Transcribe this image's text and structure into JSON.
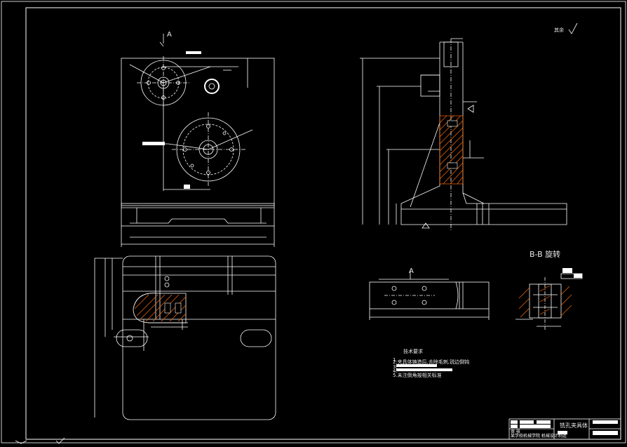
{
  "drawing": {
    "section_label_a_top": "A",
    "section_label_a_bottom": "A",
    "section_title": "B-B 旋转",
    "roughness_note": "其余",
    "tech_title": "技术要求",
    "tech_items": [
      "1.",
      "2.夹具体铸造后,去除毛刺,锐边倒钝",
      "3.",
      "4.",
      "5.未注倒角按相关标准"
    ],
    "title_block": {
      "part_name": "铣孔夹具体",
      "school_line": "某学校机械学院 机械设计制造",
      "left_label": "审 核"
    },
    "colors": {
      "background": "#000000",
      "line": "#ffffff",
      "hatch": "#ff6a00"
    }
  }
}
